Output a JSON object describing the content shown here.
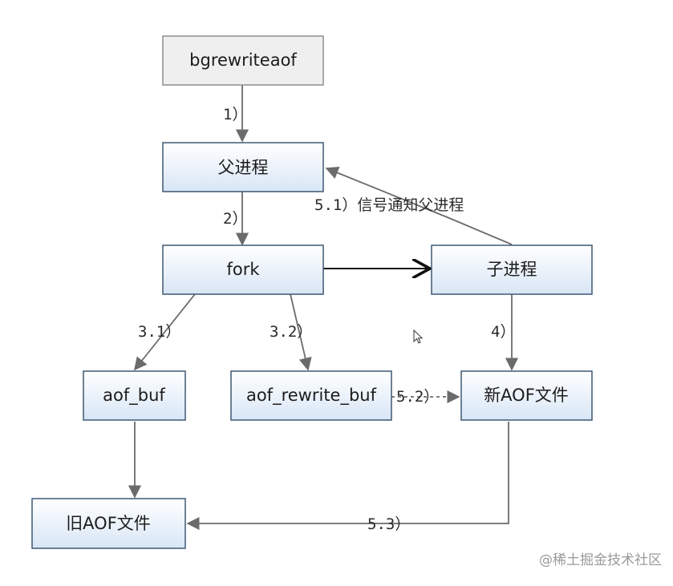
{
  "nodes": {
    "bgrewriteaof": "bgrewriteaof",
    "parent": "父进程",
    "fork": "fork",
    "child": "子进程",
    "aof_buf": "aof_buf",
    "aof_rewrite_buf": "aof_rewrite_buf",
    "new_aof": "新AOF文件",
    "old_aof": "旧AOF文件"
  },
  "edges": {
    "e1": "1）",
    "e2": "2）",
    "e31": "3.1）",
    "e32": "3.2）",
    "e4": "4）",
    "e51": "5.1）信号通知父进程",
    "e52": "5.2）",
    "e53": "5.3）"
  },
  "watermark": "@稀土掘金技术社区",
  "colors": {
    "box_fill_top": "#ffffff",
    "box_fill_bottom": "#d8e6f6",
    "box_border": "#3f5873",
    "arrow": "#6b6b6b"
  }
}
